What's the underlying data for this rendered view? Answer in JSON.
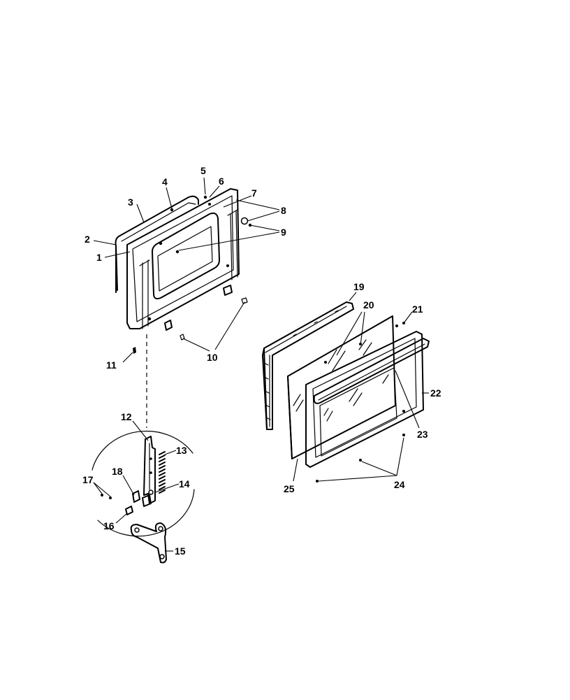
{
  "diagram": {
    "type": "exploded-parts-view",
    "labels": {
      "p1": "1",
      "p2": "2",
      "p3": "3",
      "p4": "4",
      "p5": "5",
      "p6": "6",
      "p7": "7",
      "p8": "8",
      "p9": "9",
      "p10": "10",
      "p11": "11",
      "p12": "12",
      "p13": "13",
      "p14": "14",
      "p15": "15",
      "p16": "16",
      "p17": "17",
      "p18": "18",
      "p19": "19",
      "p20": "20",
      "p21": "21",
      "p22": "22",
      "p23": "23",
      "p24": "24",
      "p25": "25"
    }
  }
}
